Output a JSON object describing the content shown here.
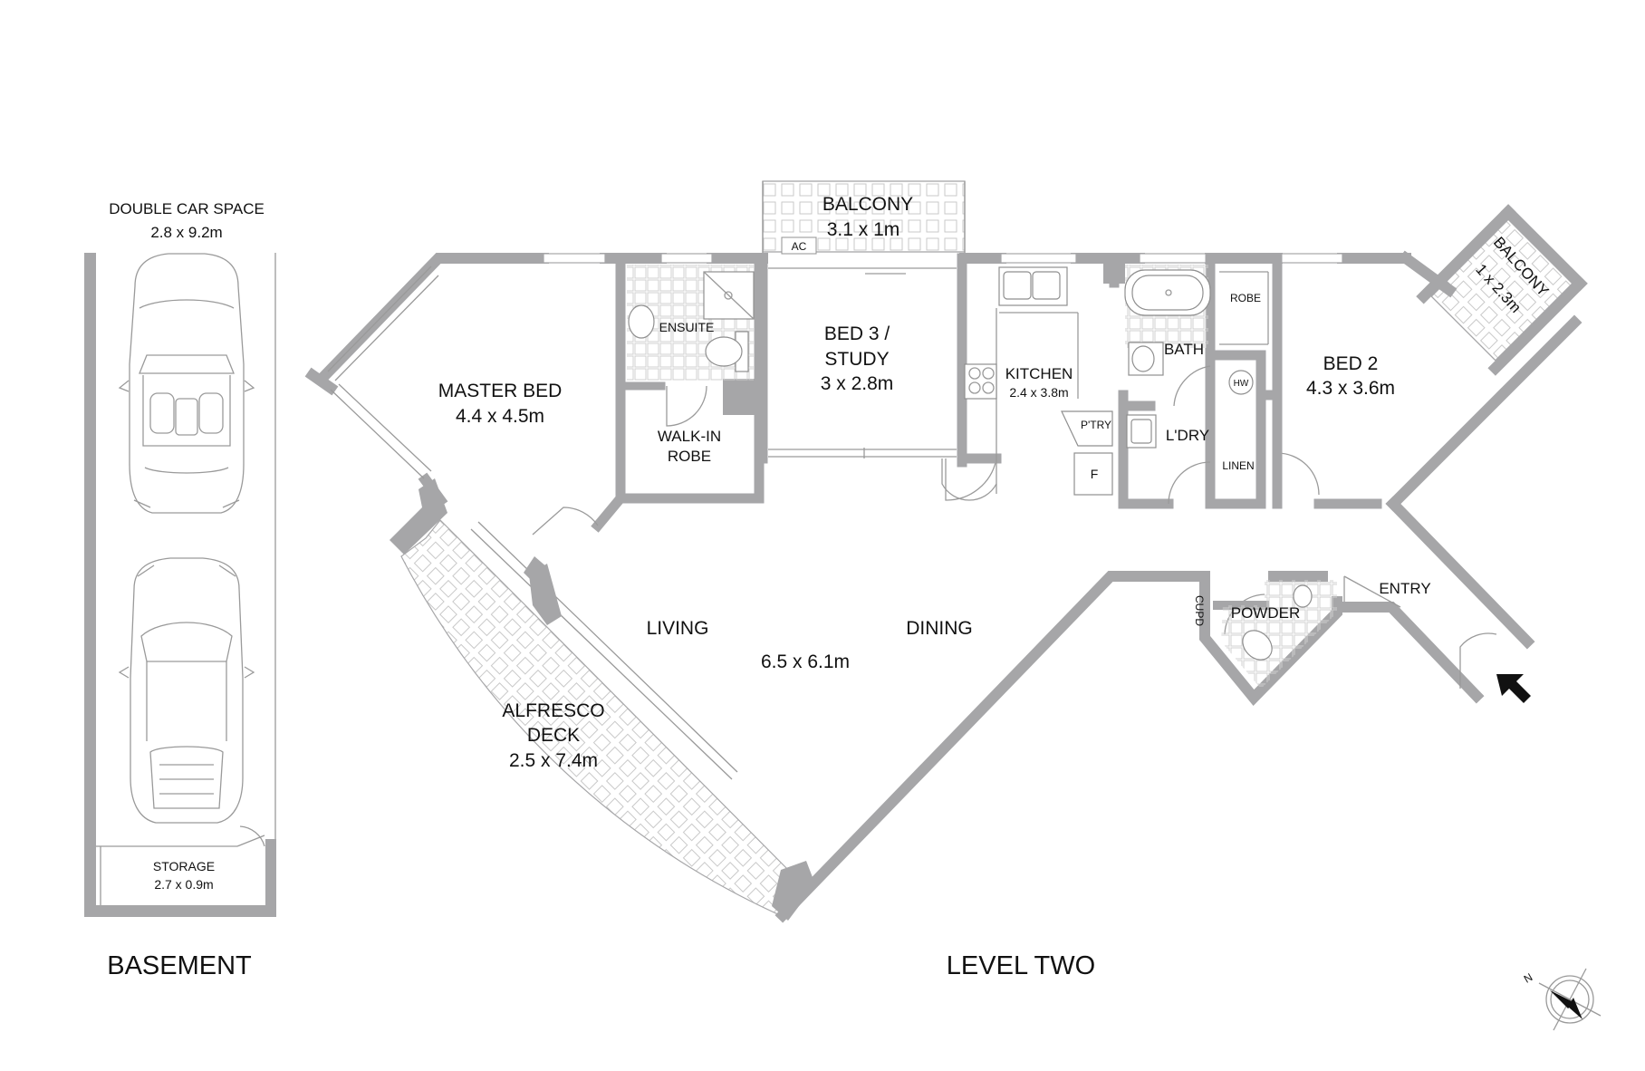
{
  "basement": {
    "title": "BASEMENT",
    "car_space_name": "DOUBLE CAR SPACE",
    "car_space_size": "2.8 x 9.2m",
    "storage_name": "STORAGE",
    "storage_size": "2.7 x 0.9m"
  },
  "level": {
    "title": "LEVEL TWO",
    "rooms": {
      "balcony_top_name": "BALCONY",
      "balcony_top_size": "3.1 x 1m",
      "ac": "AC",
      "balcony_right_name": "BALCONY",
      "balcony_right_size": "1 x 2.3m",
      "master_name": "MASTER BED",
      "master_size": "4.4 x 4.5m",
      "ensuite": "ENSUITE",
      "walkin_line1": "WALK-IN",
      "walkin_line2": "ROBE",
      "bed3_line1": "BED 3 /",
      "bed3_line2": "STUDY",
      "bed3_size": "3 x 2.8m",
      "kitchen_name": "KITCHEN",
      "kitchen_size": "2.4 x 3.8m",
      "pantry": "P'TRY",
      "fridge": "F",
      "bath": "BATH",
      "laundry": "L'DRY",
      "linen": "LINEN",
      "hw": "HW",
      "robe": "ROBE",
      "bed2_name": "BED 2",
      "bed2_size": "4.3 x 3.6m",
      "living": "LIVING",
      "dining": "DINING",
      "living_size": "6.5 x 6.1m",
      "alfresco_line1": "ALFRESCO",
      "alfresco_line2": "DECK",
      "alfresco_size": "2.5 x 7.4m",
      "cupd": "CUPD",
      "powder": "POWDER",
      "entry": "ENTRY"
    }
  },
  "compass": {
    "north_label": "N"
  },
  "colors": {
    "wall": "#a6a6a8",
    "text": "#111111",
    "background": "#ffffff"
  }
}
